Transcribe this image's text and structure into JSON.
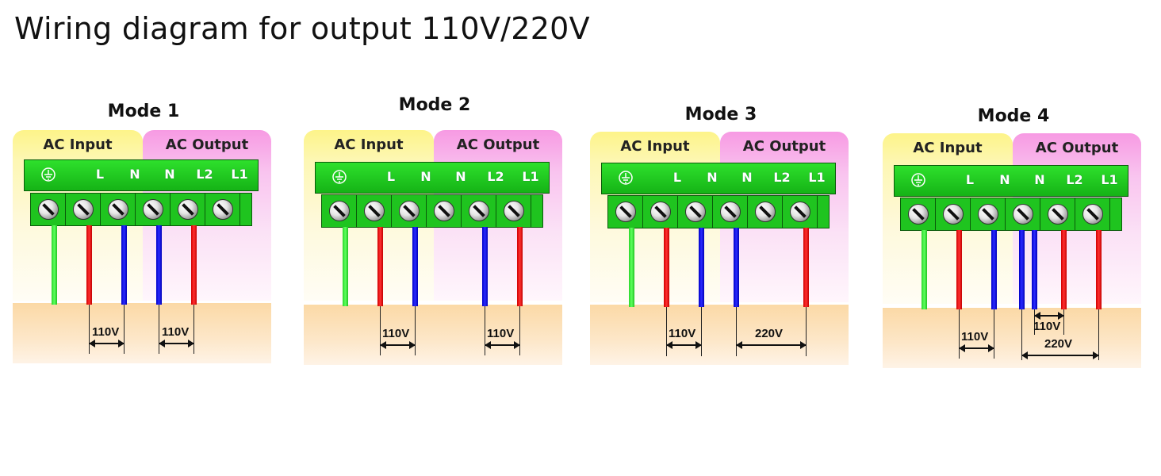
{
  "title": "Wiring diagram for output 110V/220V",
  "terminal": {
    "input_label": "AC Input",
    "output_label": "AC Output",
    "pins": [
      "L",
      "N",
      "N",
      "L2",
      "L1"
    ],
    "ground_icon": "ground-symbol-icon"
  },
  "modes": [
    {
      "title": "Mode 1",
      "voltages": [
        "110V",
        "110V"
      ]
    },
    {
      "title": "Mode 2",
      "voltages": [
        "110V",
        "110V"
      ]
    },
    {
      "title": "Mode 3",
      "voltages": [
        "110V",
        "220V"
      ]
    },
    {
      "title": "Mode 4",
      "voltages": [
        "110V",
        "110V",
        "220V"
      ]
    }
  ],
  "colors": {
    "block_green": "#15b316",
    "wire_green": "#2bd62b",
    "wire_red": "#e00000",
    "wire_blue": "#1010e0"
  }
}
